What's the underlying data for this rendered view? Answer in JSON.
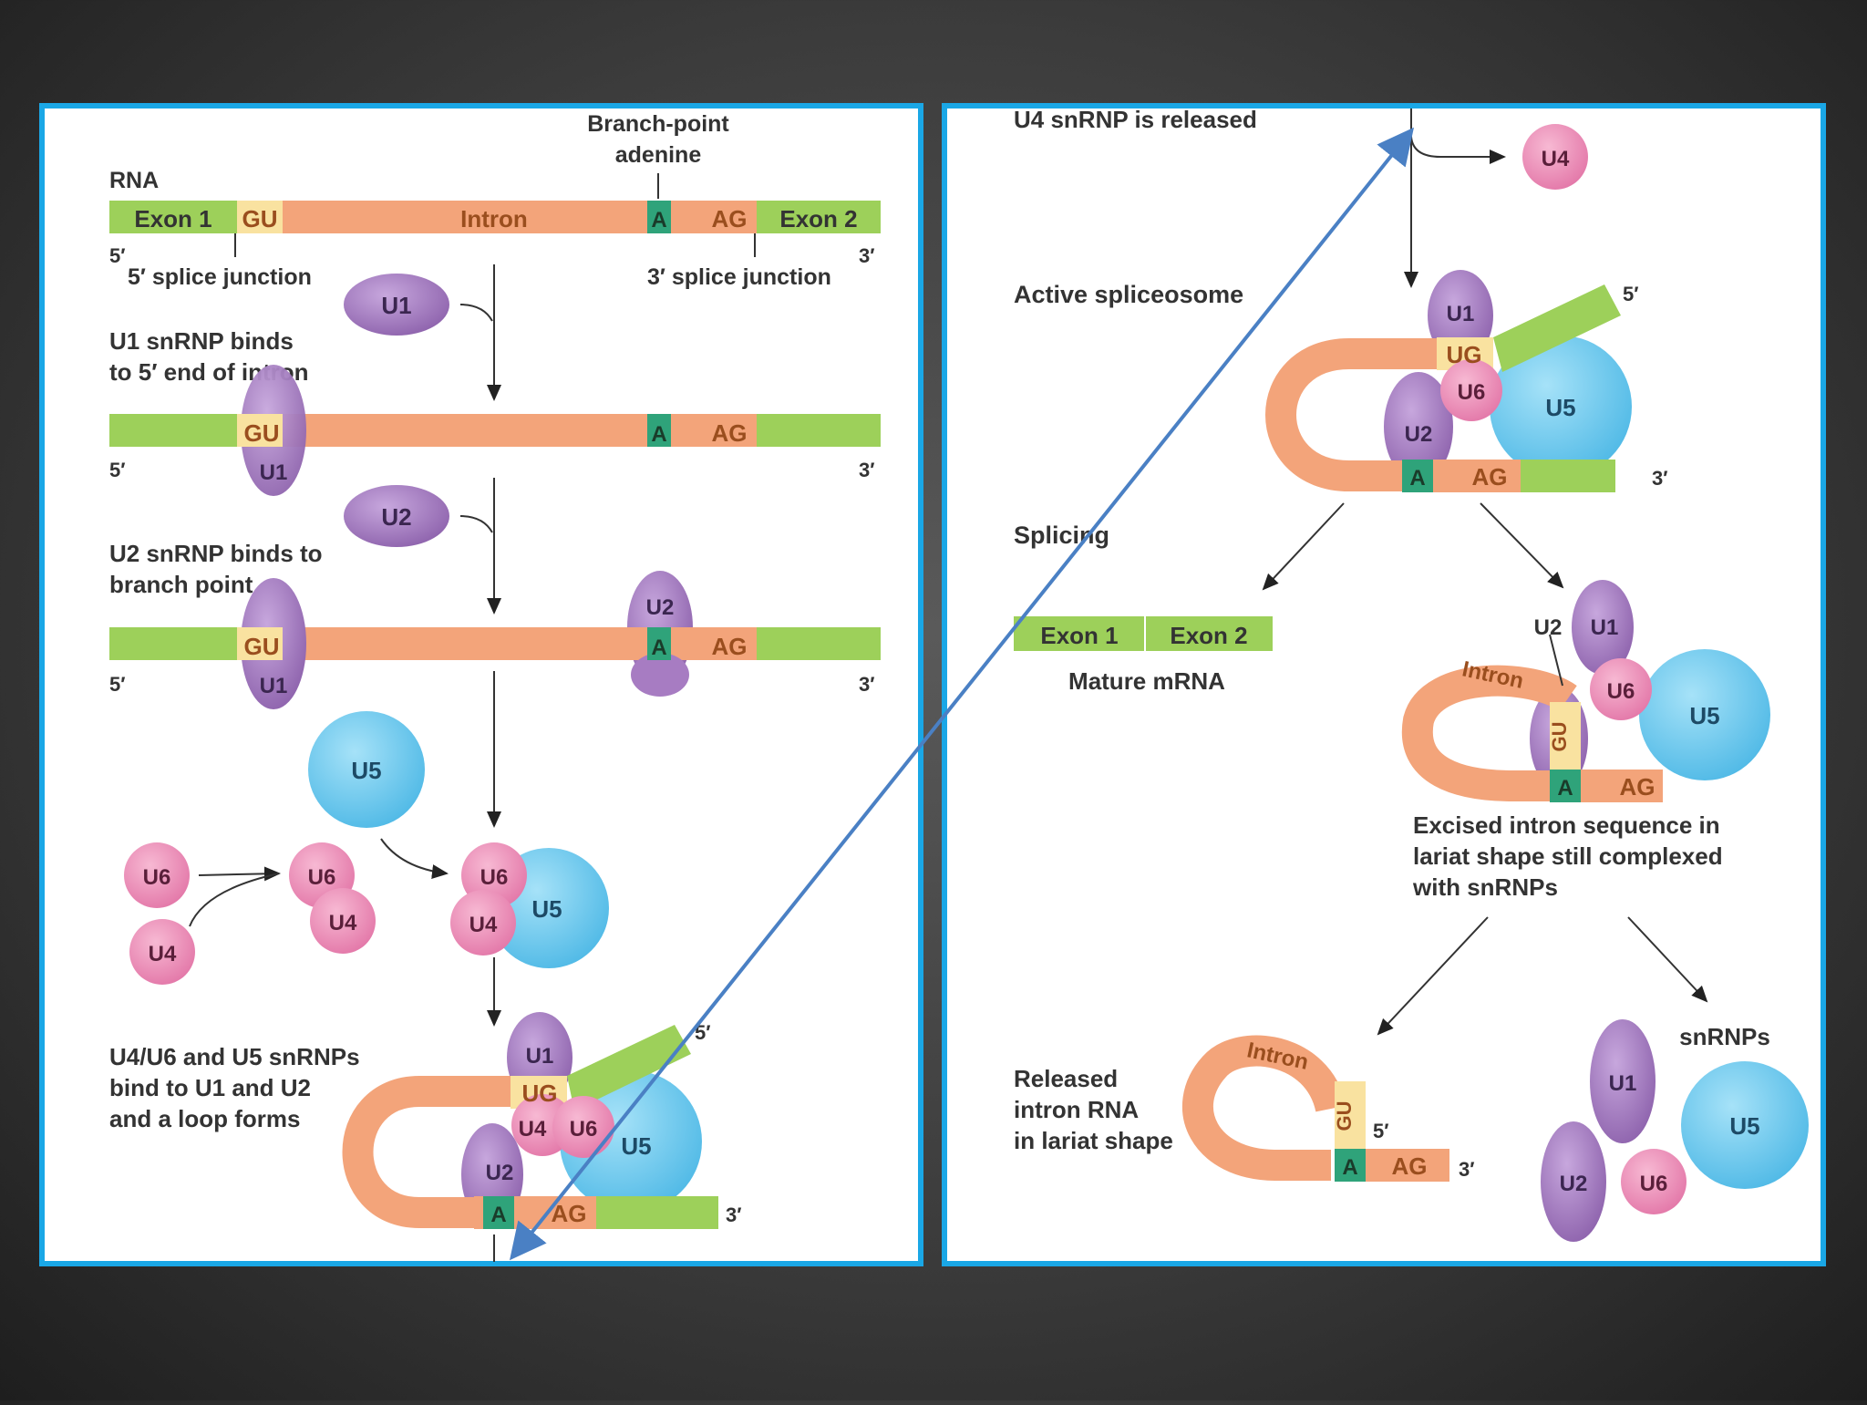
{
  "left": {
    "label_rna": "RNA",
    "branch_point_line1": "Branch-point",
    "branch_point_line2": "adenine",
    "exon1": "Exon 1",
    "gu": "GU",
    "intron": "Intron",
    "a": "A",
    "ag": "AG",
    "exon2": "Exon 2",
    "five_prime": "5′",
    "three_prime": "3′",
    "five_splice": "5′ splice junction",
    "three_splice": "3′ splice junction",
    "step1_line1": "U1 snRNP binds",
    "step1_line2": "to 5′ end of intron",
    "step2_line1": "U2 snRNP binds to",
    "step2_line2": "branch point",
    "step3_line1": "U4/U6 and U5 snRNPs",
    "step3_line2": "bind to U1 and U2",
    "step3_line3": "and a loop forms",
    "ug": "UG"
  },
  "right": {
    "u4_released": "U4 snRNP is released",
    "active": "Active spliceosome",
    "splicing": "Splicing",
    "exon1": "Exon 1",
    "exon2": "Exon 2",
    "mature": "Mature mRNA",
    "excised_line1": "Excised intron sequence in",
    "excised_line2": "lariat shape still complexed",
    "excised_line3": "with snRNPs",
    "released_line1": "Released",
    "released_line2": "intron RNA",
    "released_line3": "in lariat shape",
    "snrnps": "snRNPs",
    "intron": "Intron",
    "gu": "GU",
    "ug": "UG",
    "a": "A",
    "ag": "AG",
    "five_prime": "5′",
    "three_prime": "3′"
  },
  "snrnp": {
    "u1": "U1",
    "u2": "U2",
    "u4": "U4",
    "u5": "U5",
    "u6": "U6"
  },
  "colors": {
    "exon": "#9dd05a",
    "intron": "#f3a47a",
    "gu": "#f9e2a0",
    "adenine": "#2fa37a",
    "u1_u2": "#a77cc2",
    "u4_u6": "#ee8fb9",
    "u5": "#6fc8ec",
    "frame": "#1aa7e6",
    "arrow": "#4a80c4"
  }
}
